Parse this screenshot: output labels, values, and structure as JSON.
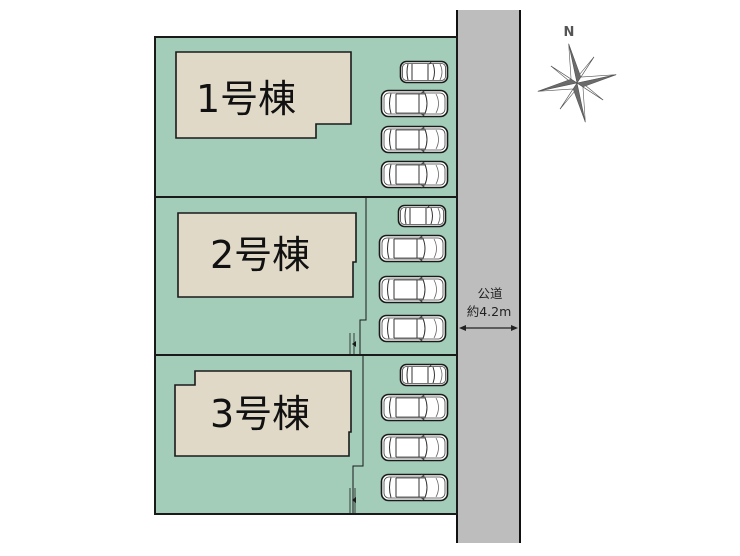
{
  "colors": {
    "lot_fill": "#a3cdb9",
    "building_fill": "#e0d9c8",
    "road_fill": "#bdbdbd",
    "outline": "#1a1a1a",
    "car_fill": "#ffffff",
    "compass": "#6b6b6b"
  },
  "buildings": [
    {
      "label": "1号棟"
    },
    {
      "label": "2号棟"
    },
    {
      "label": "3号棟"
    }
  ],
  "road": {
    "label_line1": "公道",
    "label_line2": "約4.2m"
  },
  "compass": {
    "north_label": "N"
  },
  "parking": {
    "lot_1_spaces": 4,
    "lot_2_spaces": 4,
    "lot_3_spaces": 4
  }
}
